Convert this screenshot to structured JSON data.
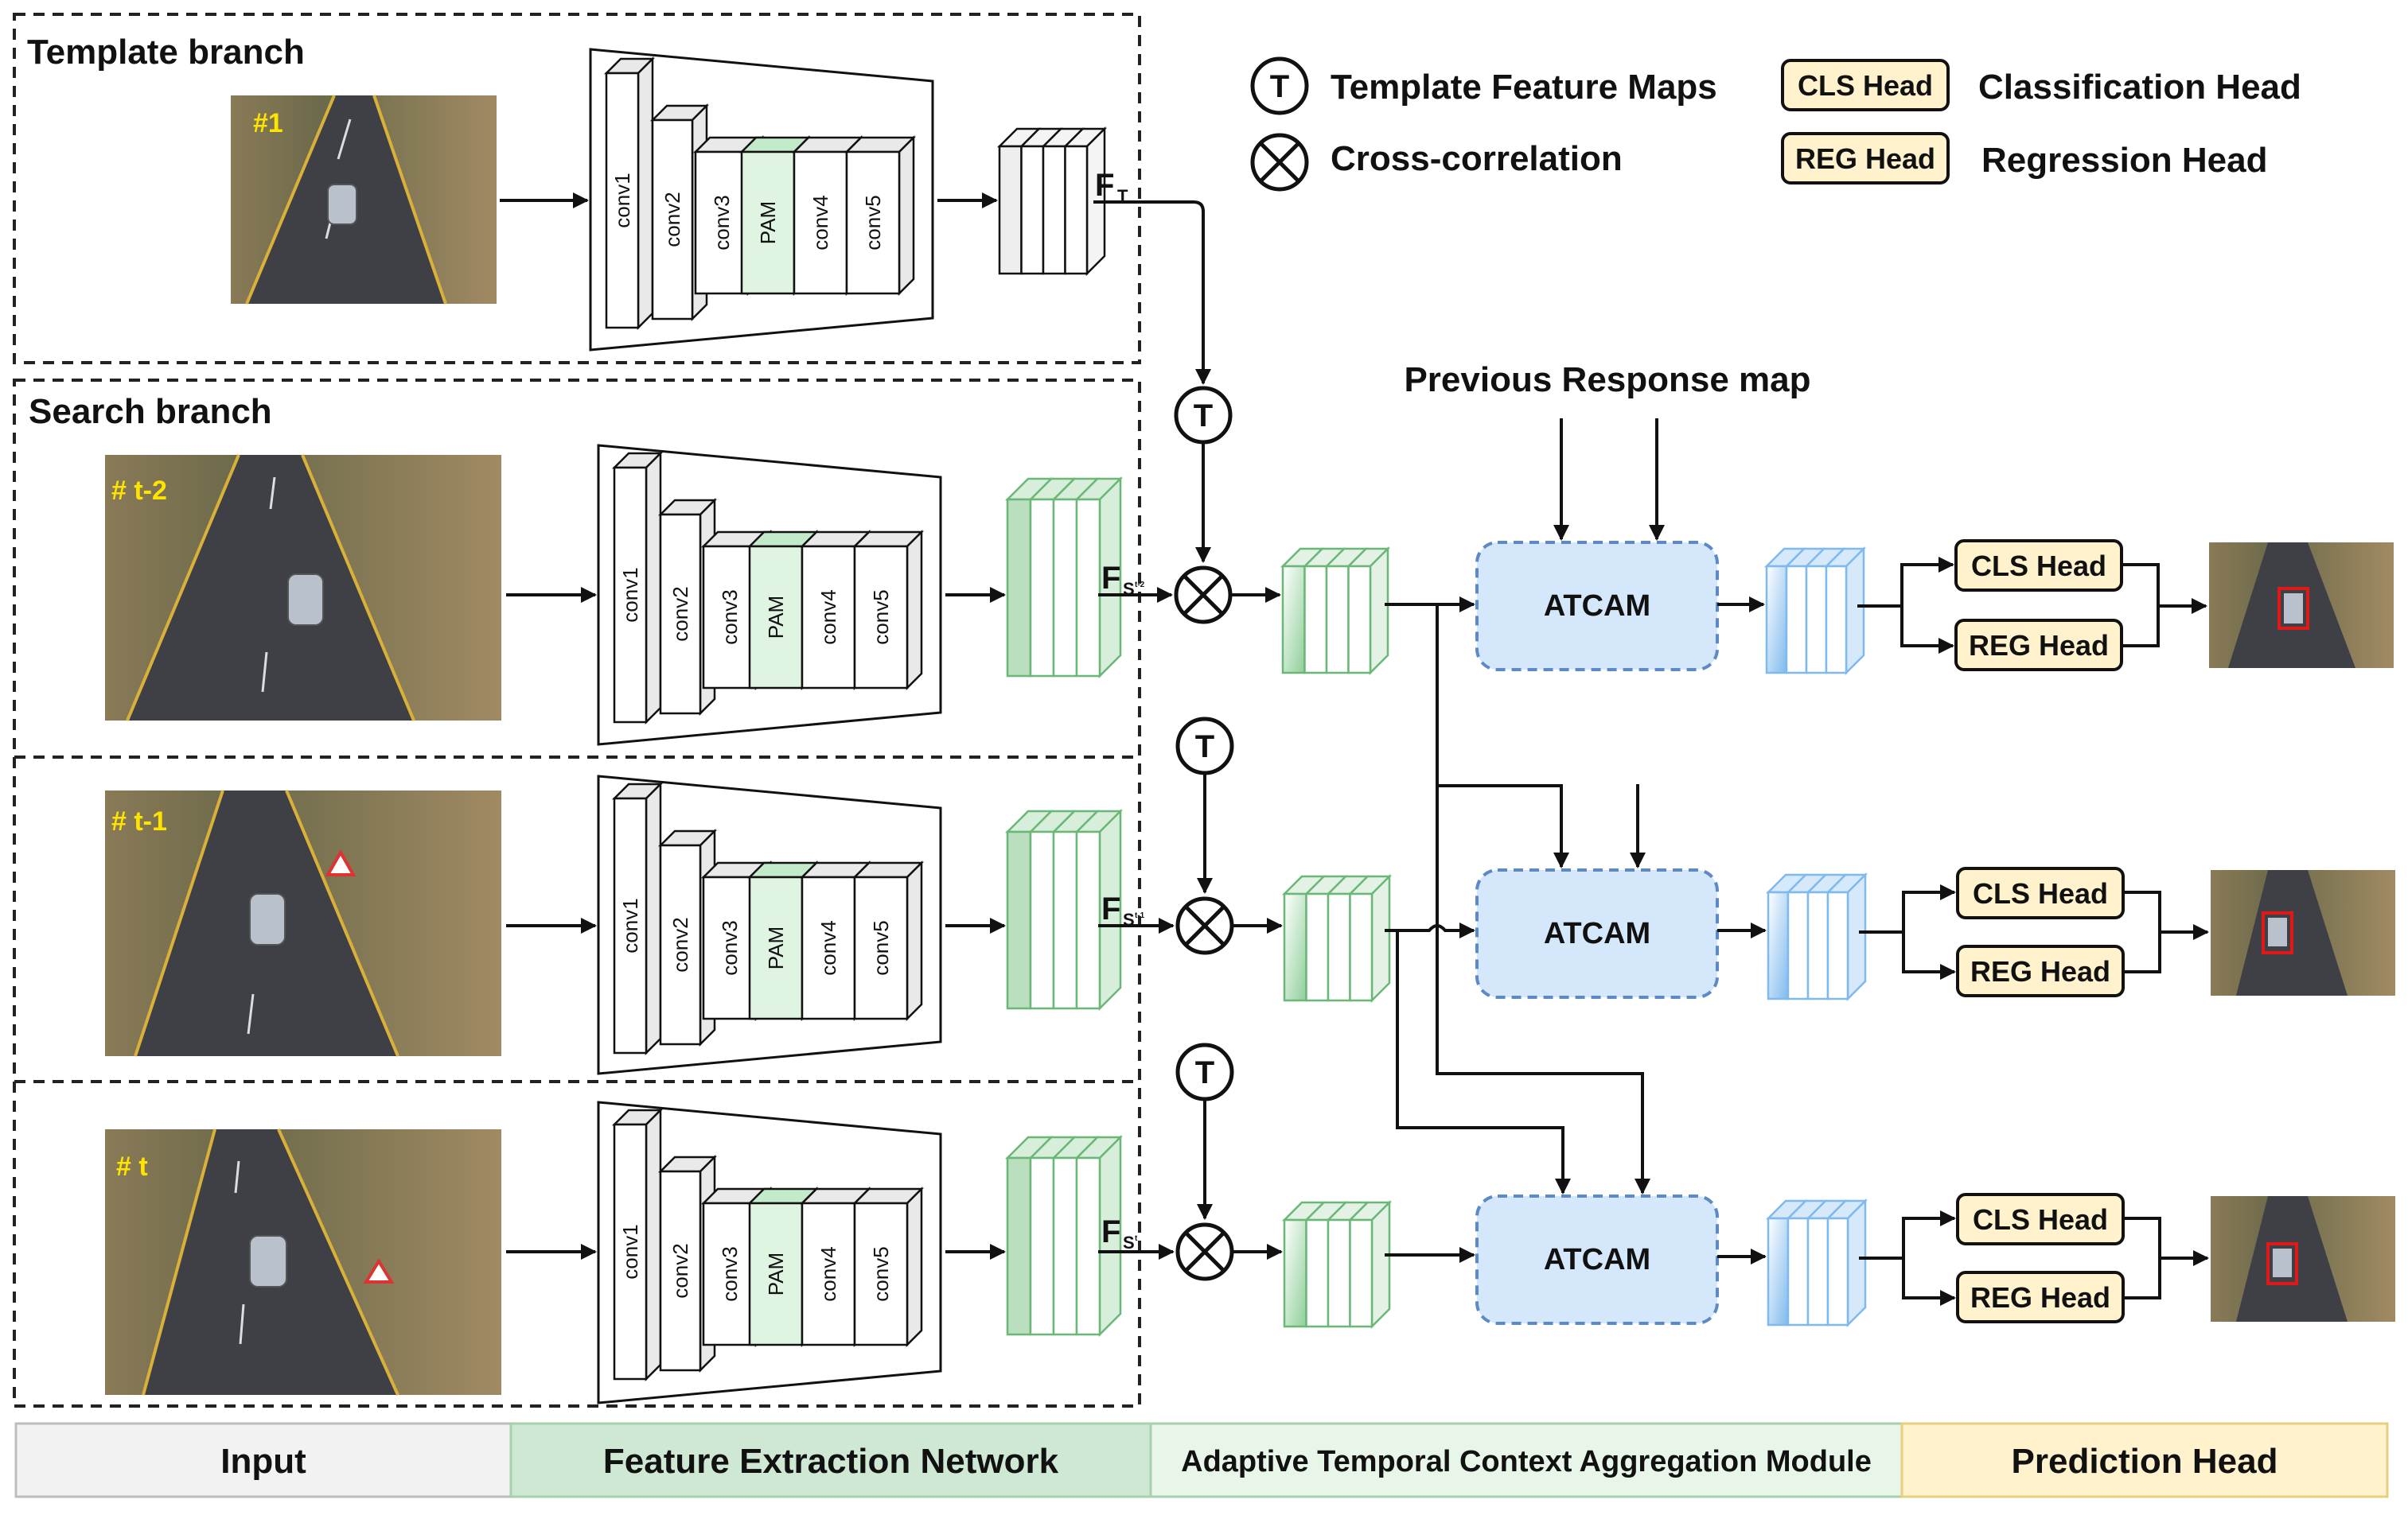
{
  "branches": {
    "template_title": "Template branch",
    "search_title": "Search branch"
  },
  "frames": {
    "template": "#1",
    "search": [
      "# t-2",
      "# t-1",
      "# t"
    ]
  },
  "backbone_layers": [
    "conv1",
    "conv2",
    "conv3",
    "PAM",
    "conv4",
    "conv5"
  ],
  "features": {
    "template": "F",
    "template_sub": "T",
    "search": "F",
    "search_sub": "S",
    "search_sub_marks": [
      "t-2",
      "t-1",
      "t"
    ]
  },
  "legend": {
    "template_symbol": "T",
    "template_text": "Template Feature Maps",
    "xcorr_text": "Cross-correlation",
    "cls_badge": "CLS Head",
    "cls_text": "Classification Head",
    "reg_badge": "REG Head",
    "reg_text": "Regression Head"
  },
  "previous_response": "Previous Response map",
  "atcam_label": "ATCAM",
  "heads": {
    "cls": "CLS Head",
    "reg": "REG Head"
  },
  "bottom_bar": [
    "Input",
    "Feature Extraction Network",
    "Adaptive Temporal Context Aggregation Module",
    "Prediction Head"
  ],
  "colors": {
    "pam_green": "#dff5e2",
    "feature_green": "#b9dfbf",
    "atcam_fill": "#d5e8fb",
    "atcam_border": "#5d89c4",
    "response_blue": "#b7d8f6",
    "head_fill": "#fff2cc",
    "bar_input": "#f2f2f2",
    "bar_fen": "#cfe8d3",
    "bar_atcam": "#e8f5e9",
    "bar_pred": "#fff2cc"
  }
}
